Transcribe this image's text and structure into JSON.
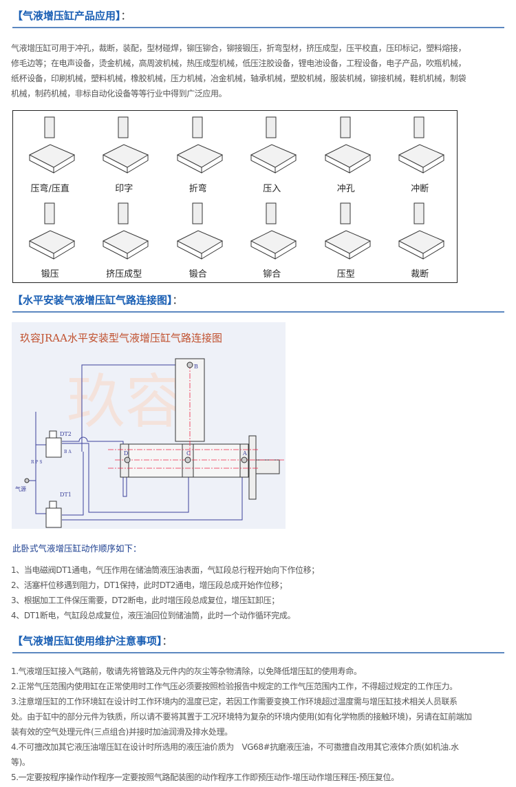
{
  "section1": {
    "title": "【气液增压缸产品应用】",
    "colon": "：",
    "paragraph": [
      "气液增压缸可用于冲孔，裁断，装配，型材碰焊，铆压铆合，铆接锻压，折弯型材，挤压成型，压平校直，压印标记，塑料熔接，",
      "修毛边等；在电声设备，烫金机械，高周波机械，热压成型机械，低压注胶设备，锂电池设备，工程设备，电子产品，吹瓶机械，",
      "纸杯设备，印刷机械，塑料机械，橡胶机械，压力机械，冶金机械，轴承机械，塑胶机械，服装机械，铆接机械，鞋机机械，制袋",
      "机械，制药机械，非标自动化设备等等行业中得到广泛应用。"
    ],
    "figures": [
      "压弯/压直",
      "印字",
      "折弯",
      "压入",
      "冲孔",
      "冲断",
      "锻压",
      "挤压成型",
      "锻合",
      "铆合",
      "压型",
      "裁断"
    ]
  },
  "section2": {
    "title": "【水平安装气液增压缸气路连接图】",
    "colon": "：",
    "diagram": {
      "title": "玖容JRAA水平安装型气液增压缸气路连接图",
      "watermark": "玖容",
      "valve1": "DT2",
      "valve2": "DT1",
      "port_b": "B",
      "port_c": "C",
      "port_d": "D",
      "port_a": "A",
      "air_source": "气源",
      "ports_left": "R P S",
      "ports_right": "B A"
    },
    "subtitle": "此卧式气液增压缸动作顺序如下：",
    "steps": [
      "1、当电磁阀DT1通电，气压作用在储油筒液压油表面，气缸段总行程开始向下作位移；",
      "2、活塞杆位移遇到阻力，DT1保持，此时DT2通电，增压段总成开始作位移；",
      "3、根据加工工件保压需要，DT2断电，此时增压段总成复位，增压缸卸压；",
      "4、DT1断电，气缸段总成复位，液压油回位到储油筒，此时一个动作循环完成。"
    ]
  },
  "section3": {
    "title": "【气液增压缸使用维护注意事项】",
    "colon": "：",
    "notes": [
      "1.气液增压缸接入气路前，敬请先将管路及元件内的灰尘等杂物清除，以免降低增压缸的使用寿命。",
      "2.正常气压范围内使用缸在正常使用时工作气压必须要按照检验报告中规定的工作气压范围内工作，不得超过规定的工作压力。",
      "3.注意增压缸的工作环境缸在设计时工作环境内的温度已定，若因工作需要变换工作环境超过温度需与增压缸技术相关人员联系",
      "处。由于缸中的部分元件为铁质，所以请不要将其置于工况环境特为复杂的环境内使用(如有化学物质的接触环境)，另请在缸前端加",
      "装有效的空气处理元件(三点组合)并接时加油润滑及排水处理。",
      "4.不可擅改加其它液压油增压缸在设计时所选用的液压油价质为　VG68#抗磨液压油，不可擞擅自改用其它液体介质(如机油.水",
      "等)。",
      "5.一定要按程序操作动作程序一定要按照气路配装图的动作程序工作即预压动作-增压动作增压释压-预压复位。"
    ]
  }
}
